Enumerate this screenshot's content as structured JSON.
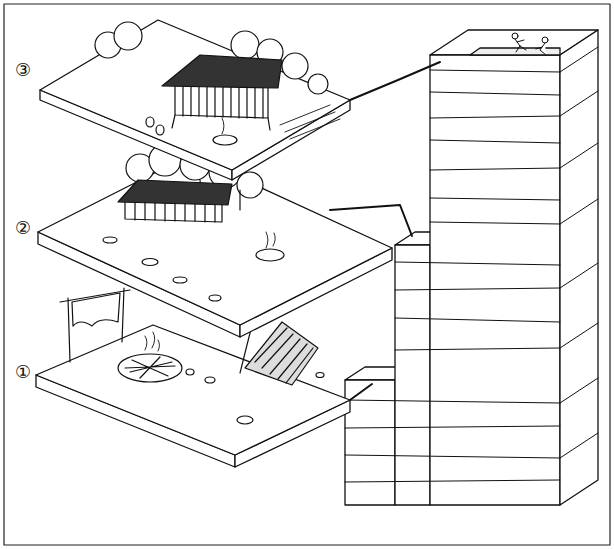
{
  "diagram": {
    "labels": [
      "③",
      "②",
      "①"
    ]
  }
}
